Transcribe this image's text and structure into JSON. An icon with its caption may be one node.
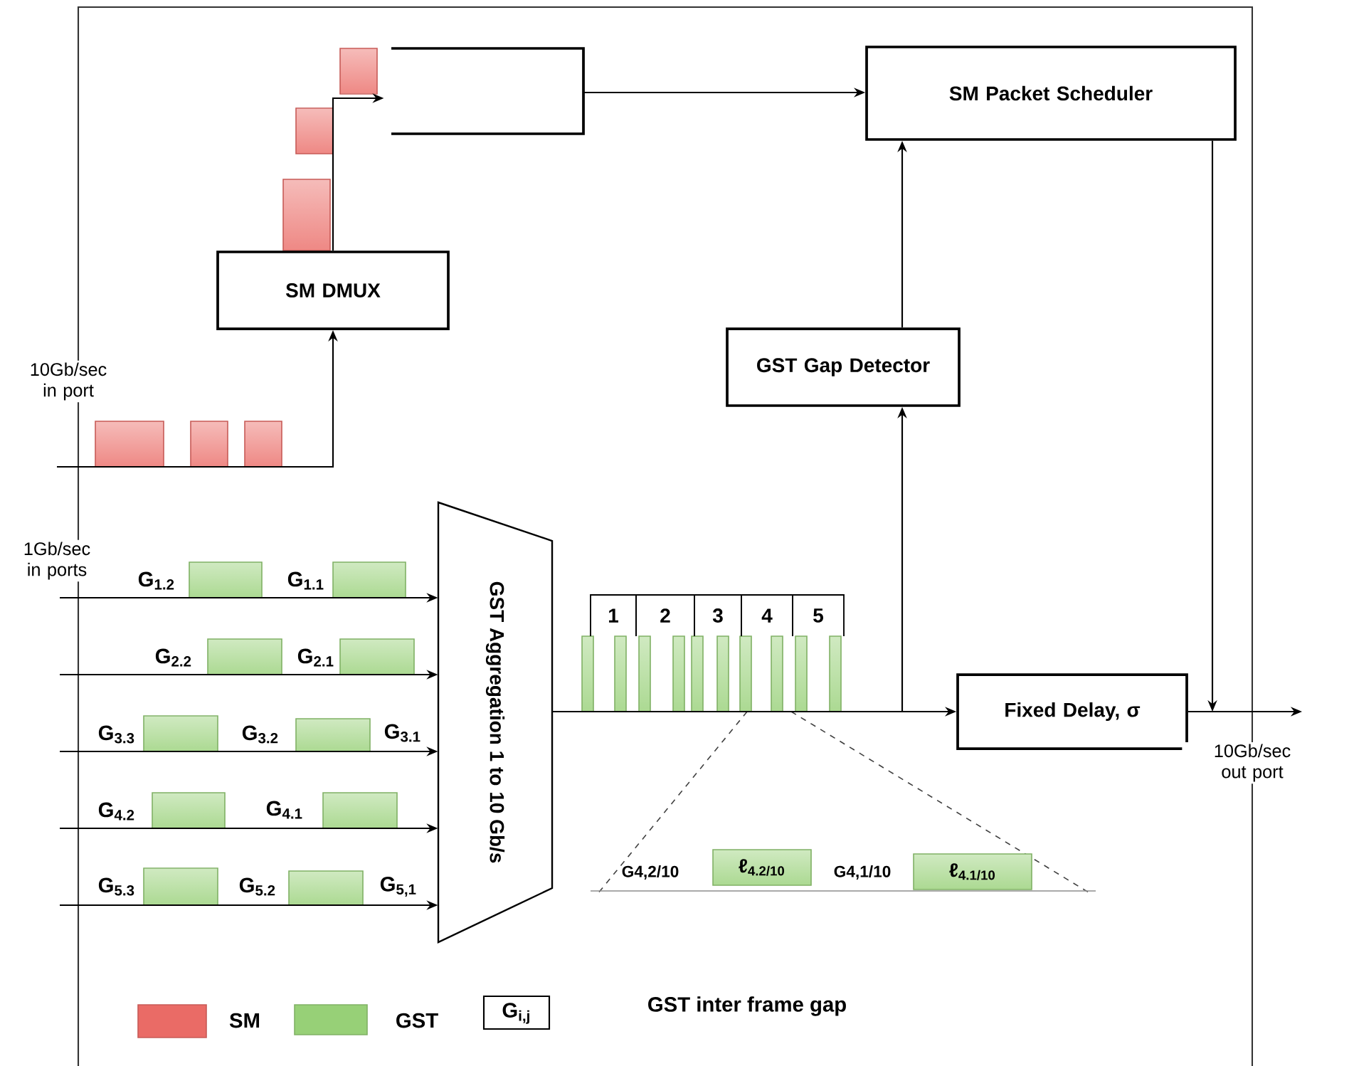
{
  "diagram": {
    "nodes": [
      {
        "text": [
          "SM DMUX"
        ]
      },
      {
        "text": [
          "SM Packet Scheduler"
        ]
      },
      {
        "text": [
          "GST Gap Detector"
        ]
      },
      {
        "text": [
          "GST Aggregation  1 to 10 Gb/s"
        ]
      },
      {
        "text": [
          "Fixed Delay, σ"
        ]
      },
      {
        "text": [],
        "shape": "box"
      },
      {
        "text": [
          "1"
        ]
      },
      {
        "text": [
          "2"
        ]
      },
      {
        "text": [
          "3"
        ]
      },
      {
        "text": [
          "4"
        ]
      },
      {
        "text": [
          "5"
        ]
      },
      {
        "text": [
          "ℓ$_{4.2/10}$"
        ]
      },
      {
        "text": [
          "ℓ$_{4.1/10}$"
        ]
      }
    ],
    "edges": [
      {
        "from": null,
        "to": 0,
        "arrow": "to"
      },
      {
        "from": 0,
        "to": 5,
        "arrow": "to"
      },
      {
        "from": 5,
        "to": 1,
        "arrow": "to"
      },
      {
        "from": 2,
        "to": 1,
        "arrow": "to"
      },
      {
        "from": null,
        "to": 3,
        "arrow": "to"
      },
      {
        "from": null,
        "to": 3,
        "arrow": "to"
      },
      {
        "from": null,
        "to": 3,
        "arrow": "to"
      },
      {
        "from": null,
        "to": 3,
        "arrow": "to"
      },
      {
        "from": null,
        "to": 3,
        "arrow": "to"
      },
      {
        "from": 3,
        "to": 4,
        "arrow": "to"
      },
      {
        "from": 3,
        "to": 2,
        "arrow": "to"
      },
      {
        "from": 4,
        "to": null,
        "arrow": "to"
      },
      {
        "from": 1,
        "to": null,
        "arrow": "to"
      }
    ],
    "labels": [
      "10Gb/sec in port",
      "1Gb/sec in ports",
      "G$_{1.2}$",
      "G$_{1.1}$",
      "G$_{2.2}$",
      "G$_{2.1}$",
      "G$_{3.3}$",
      "G$_{3.2}$",
      "G$_{3.1}$",
      "G$_{4.2}$",
      "G$_{4.1}$",
      "G$_{5.3}$",
      "G$_{5.2}$",
      "G$_{5,1}$",
      "G4,2/10",
      "G4,1/10",
      "10Gb/sec out port",
      "G$_{i,j}$"
    ],
    "legend": [
      {
        "text": "SM",
        "color": "#ea6b66"
      },
      {
        "text": "GST",
        "color": "#97d077"
      },
      {
        "text": "GST inter frame gap"
      }
    ]
  }
}
